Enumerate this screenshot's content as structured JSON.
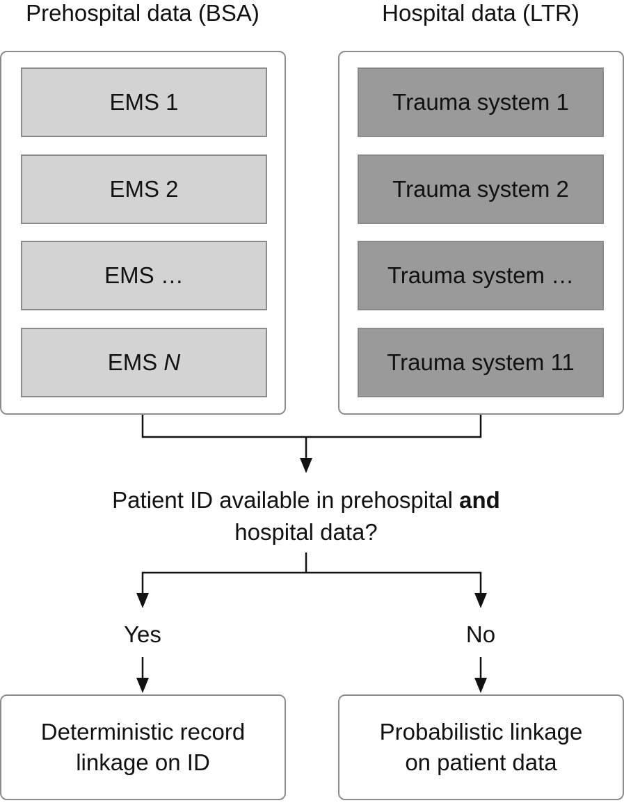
{
  "columns": [
    {
      "title": "Prehospital data (BSA)",
      "items": [
        {
          "text": "EMS 1",
          "italic": ""
        },
        {
          "text": "EMS 2",
          "italic": ""
        },
        {
          "text": "EMS …",
          "italic": ""
        },
        {
          "text": "EMS ",
          "italic": "N"
        }
      ],
      "fill": "#d3d3d3"
    },
    {
      "title": "Hospital data (LTR)",
      "items": [
        {
          "text": "Trauma system 1",
          "italic": ""
        },
        {
          "text": "Trauma system 2",
          "italic": ""
        },
        {
          "text": "Trauma system …",
          "italic": ""
        },
        {
          "text": "Trauma system 11",
          "italic": ""
        }
      ],
      "fill": "#9a9a9a"
    }
  ],
  "question": {
    "line1_prefix": "Patient ID available in prehospital ",
    "line1_bold": "and",
    "line2": "hospital data?"
  },
  "answers": {
    "yes": "Yes",
    "no": "No"
  },
  "results": {
    "yes_line1": "Deterministic record",
    "yes_line2": "linkage on ID",
    "no_line1": "Probabilistic linkage",
    "no_line2": "on patient data"
  }
}
